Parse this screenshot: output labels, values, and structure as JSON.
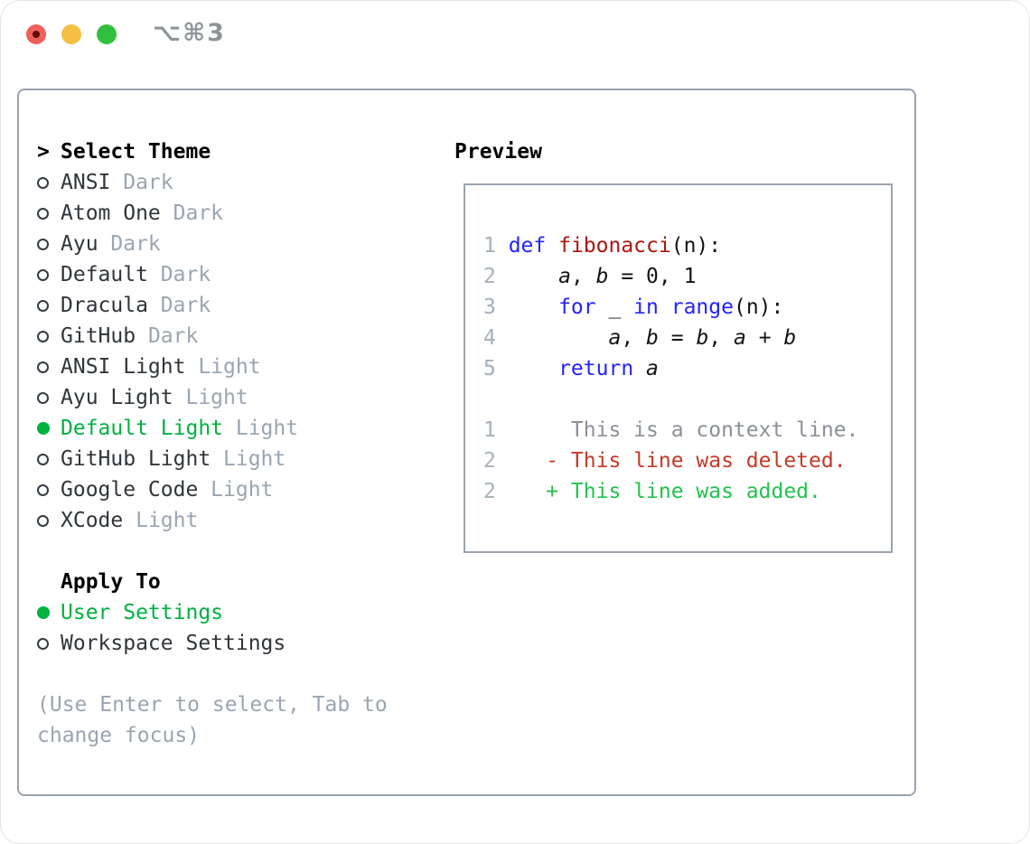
{
  "window": {
    "shortcut_label": "⌥⌘3"
  },
  "colors": {
    "accent_green": "#00b140",
    "keyword_blue": "#2323fa",
    "function_red": "#aa160f",
    "diff_deleted_red": "#c43a26",
    "diff_added_green": "#24c24e",
    "muted_gray": "#9aa5b2",
    "border_gray": "#9aa3ae",
    "traffic_red": "#f0605a",
    "traffic_yellow": "#f7be46",
    "traffic_green": "#31c03d"
  },
  "theme_picker": {
    "prompt": ">",
    "title": "Select Theme",
    "items": [
      {
        "name": "ANSI",
        "variant": "Dark",
        "selected": false
      },
      {
        "name": "Atom One",
        "variant": "Dark",
        "selected": false
      },
      {
        "name": "Ayu",
        "variant": "Dark",
        "selected": false
      },
      {
        "name": "Default",
        "variant": "Dark",
        "selected": false
      },
      {
        "name": "Dracula",
        "variant": "Dark",
        "selected": false
      },
      {
        "name": "GitHub",
        "variant": "Dark",
        "selected": false
      },
      {
        "name": "ANSI Light",
        "variant": "Light",
        "selected": false
      },
      {
        "name": "Ayu Light",
        "variant": "Light",
        "selected": false
      },
      {
        "name": "Default Light",
        "variant": "Light",
        "selected": true
      },
      {
        "name": "GitHub Light",
        "variant": "Light",
        "selected": false
      },
      {
        "name": "Google Code",
        "variant": "Light",
        "selected": false
      },
      {
        "name": "XCode",
        "variant": "Light",
        "selected": false
      }
    ],
    "apply_to": {
      "title": "Apply To",
      "options": [
        {
          "name": "User Settings",
          "selected": true
        },
        {
          "name": "Workspace Settings",
          "selected": false
        }
      ]
    },
    "hint_line1": "(Use Enter to select, Tab to",
    "hint_line2": "change focus)"
  },
  "preview": {
    "title": "Preview",
    "lines": [
      {
        "num": "1",
        "tokens": [
          "def",
          " ",
          "fibonacci",
          "(n):"
        ]
      },
      {
        "num": "2",
        "tokens": [
          "    ",
          "a",
          ", ",
          "b",
          " = 0, 1"
        ]
      },
      {
        "num": "3",
        "tokens": [
          "    ",
          "for",
          " _ ",
          "in",
          " ",
          "range",
          "(n):"
        ]
      },
      {
        "num": "4",
        "tokens": [
          "        ",
          "a",
          ", ",
          "b",
          " = ",
          "b",
          ", ",
          "a",
          " + ",
          "b"
        ]
      },
      {
        "num": "5",
        "tokens": [
          "    ",
          "return",
          " ",
          "a"
        ]
      },
      {
        "num": "1",
        "tokens": [
          "     This is a context line."
        ]
      },
      {
        "num": "2",
        "tokens": [
          "   - This line was deleted."
        ]
      },
      {
        "num": "2",
        "tokens": [
          "   + This line was added."
        ]
      }
    ]
  }
}
